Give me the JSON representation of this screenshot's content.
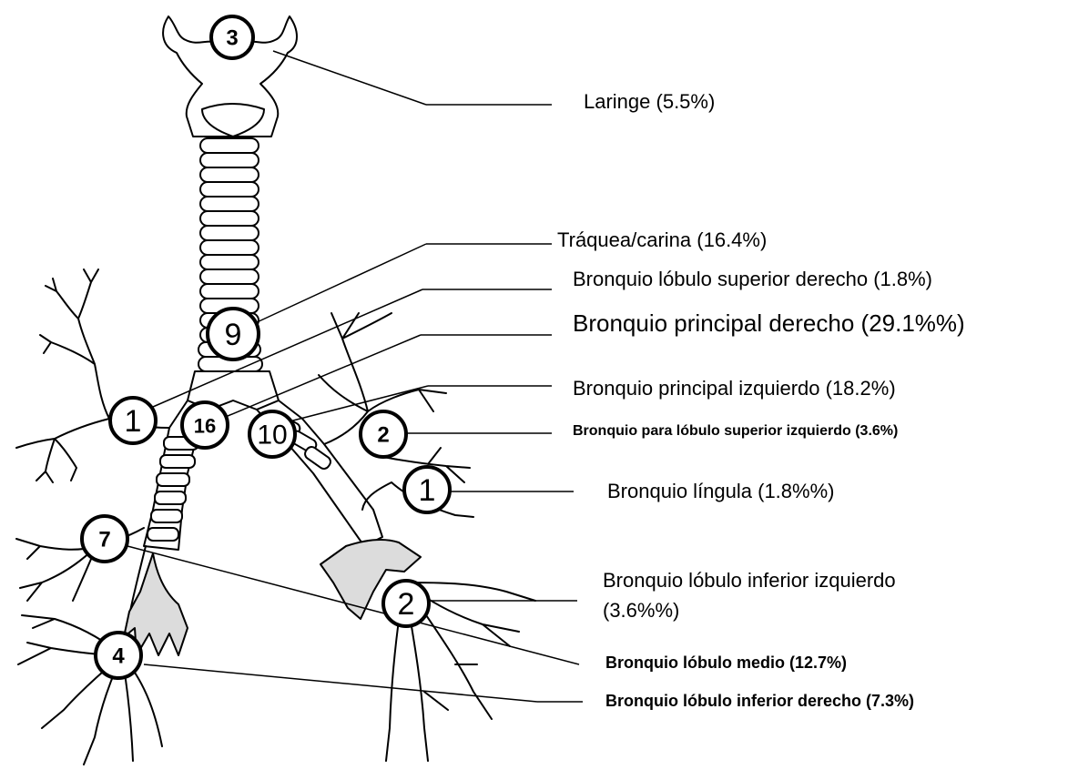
{
  "markers": [
    {
      "id": "m-larynx",
      "value": "3",
      "bold": true
    },
    {
      "id": "m-trachea",
      "value": "9",
      "bold": false
    },
    {
      "id": "m-rul",
      "value": "1",
      "bold": false
    },
    {
      "id": "m-rmb",
      "value": "16",
      "bold": true
    },
    {
      "id": "m-lmb",
      "value": "10",
      "bold": false
    },
    {
      "id": "m-lul",
      "value": "2",
      "bold": true
    },
    {
      "id": "m-lingula",
      "value": "1",
      "bold": false
    },
    {
      "id": "m-rml",
      "value": "7",
      "bold": true
    },
    {
      "id": "m-lll",
      "value": "2",
      "bold": false
    },
    {
      "id": "m-rll",
      "value": "4",
      "bold": true
    }
  ],
  "labels": {
    "laringe": "Laringe (5.5%)",
    "traquea": "Tráquea/carina (16.4%)",
    "rul": "Bronquio lóbulo superior derecho (1.8%)",
    "rmb": "Bronquio principal derecho (29.1%%)",
    "lmb": "Bronquio principal izquierdo (18.2%)",
    "lul": "Bronquio para lóbulo superior izquierdo (3.6%)",
    "lingula": "Bronquio língula (1.8%%)",
    "lll_1": "Bronquio lóbulo inferior izquierdo",
    "lll_2": "(3.6%%)",
    "rml": "Bronquio lóbulo medio (12.7%)",
    "rll": "Bronquio lóbulo inferior derecho (7.3%)"
  }
}
